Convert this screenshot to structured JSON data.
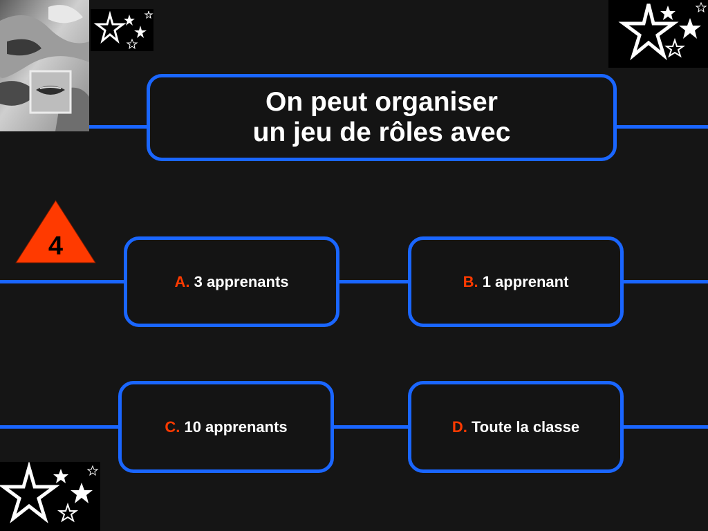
{
  "question": {
    "line1": "On peut organiser",
    "line2": "un jeu de rôles avec"
  },
  "question_number": "4",
  "answers": [
    {
      "letter": "A.",
      "text": "3 apprenants"
    },
    {
      "letter": "B.",
      "text": "1 apprenant"
    },
    {
      "letter": "C.",
      "text": "10 apprenants"
    },
    {
      "letter": "D.",
      "text": "Toute la classe"
    }
  ],
  "colors": {
    "background": "#151515",
    "frame": "#1a66ff",
    "letter": "#ff3a00",
    "badge": "#ff3a00",
    "text": "#ffffff"
  },
  "icons": [
    "stars-decoration",
    "face-photo"
  ]
}
